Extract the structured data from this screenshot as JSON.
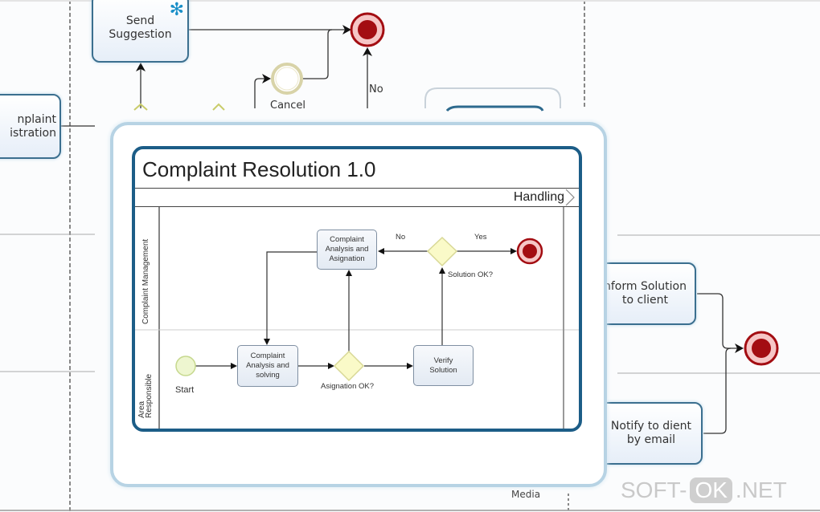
{
  "background_diagram": {
    "tasks": {
      "send_suggestion": "Send\nSuggestion",
      "complaint_registration": "nplaint\nistration",
      "inform_solution": "nform Solution\nto client",
      "notify_client": "Notify to dient\nby email"
    },
    "events": {
      "cancel_label": "Cancel"
    },
    "flow_labels": {
      "no": "No"
    },
    "lane_label_bottom": "Media",
    "icons": {
      "send_suggestion_icon": "gear-icon"
    }
  },
  "popup": {
    "pool_title": "Complaint Resolution 1.0",
    "phase_label": "Handling",
    "lanes": [
      {
        "label": "Complaint Management"
      },
      {
        "label": "Area\nResponsible"
      }
    ],
    "tasks": {
      "analysis_assignation": "Complaint\nAnalysis and\nAsignation",
      "analysis_solving": "Complaint\nAnalysis and\nsolving",
      "verify_solution": "Verify\nSolution"
    },
    "events": {
      "start_label": "Start"
    },
    "gateways": {
      "assignation_ok": "Asignation OK?",
      "solution_ok": "Solution OK?"
    },
    "flow_labels": {
      "no": "No",
      "yes": "Yes"
    }
  },
  "watermark": {
    "left": "SOFT-",
    "ok": "OK",
    "right": ".NET"
  },
  "colors": {
    "task_border": "#3b6f8f",
    "pool_border": "#1c5d87",
    "end_event": "#a30d12",
    "gateway_fill": "#fafac8",
    "start_fill": "#eef6d0"
  }
}
